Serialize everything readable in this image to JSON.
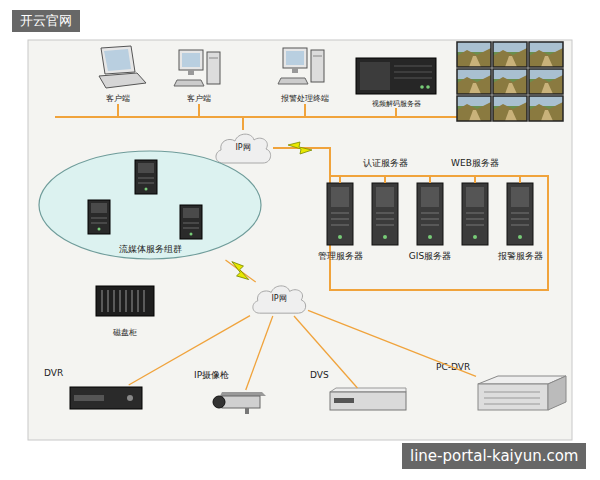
{
  "diagram": {
    "nodes": [
      {
        "text": [
          "客户端"
        ]
      },
      {
        "text": [
          "客户端"
        ]
      },
      {
        "text": [
          "报警处理终端"
        ]
      },
      {
        "text": [
          "视频解码服务器"
        ]
      },
      {
        "text": [
          "IP网"
        ]
      },
      {
        "text": [
          "流媒体服务组群"
        ]
      },
      {
        "text": [
          "管理服务器"
        ]
      },
      {
        "text": [
          "认证服务器"
        ]
      },
      {
        "text": [
          "GIS服务器"
        ]
      },
      {
        "text": [
          "WEB服务器"
        ]
      },
      {
        "text": [
          "报警服务器"
        ]
      },
      {
        "text": [
          "磁盘柜"
        ]
      },
      {
        "text": [
          "IP网"
        ]
      },
      {
        "text": [
          "DVR"
        ]
      },
      {
        "text": [
          "IP摄像枪"
        ]
      },
      {
        "text": [
          "DVS"
        ]
      },
      {
        "text": [
          "PC-DVR"
        ]
      }
    ],
    "edges": [
      {
        "from": 0,
        "to": 4,
        "arrow": "none"
      },
      {
        "from": 1,
        "to": 4,
        "arrow": "none"
      },
      {
        "from": 2,
        "to": 4,
        "arrow": "none"
      },
      {
        "from": 3,
        "to": 4,
        "arrow": "none"
      },
      {
        "from": 4,
        "to": 6,
        "arrow": "none"
      },
      {
        "from": 4,
        "to": 7,
        "arrow": "none"
      },
      {
        "from": 4,
        "to": 8,
        "arrow": "none"
      },
      {
        "from": 4,
        "to": 9,
        "arrow": "none"
      },
      {
        "from": 4,
        "to": 10,
        "arrow": "none"
      },
      {
        "from": 5,
        "to": 12,
        "arrow": "none"
      },
      {
        "from": 12,
        "to": 13,
        "arrow": "none"
      },
      {
        "from": 12,
        "to": 14,
        "arrow": "none"
      },
      {
        "from": 12,
        "to": 15,
        "arrow": "none"
      },
      {
        "from": 12,
        "to": 16,
        "arrow": "none"
      }
    ],
    "labels": [
      "开云官网",
      "line-portal-kaiyun.com"
    ]
  }
}
